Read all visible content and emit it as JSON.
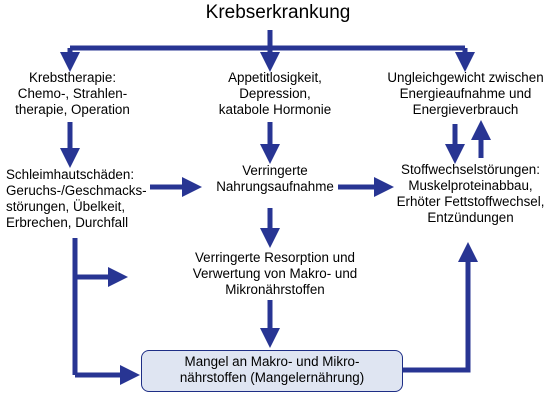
{
  "title": "Krebserkrankung",
  "nodes": {
    "therapy": [
      "Krebstherapie:",
      "Chemo-, Strahlen-",
      "therapie, Operation"
    ],
    "appetite": [
      "Appetitlosigkeit,",
      "Depression,",
      "katabole Hormonie"
    ],
    "imbalance": [
      "Ungleichgewicht zwischen",
      "Energieaufnahme und",
      "Energieverbrauch"
    ],
    "mucosa": [
      "Schleimhautschäden:",
      "Geruchs-/Geschmacks-",
      "störungen, Übelkeit,",
      "Erbrechen, Durchfall"
    ],
    "intake": [
      "Verringerte",
      "Nahrungsaufnahme"
    ],
    "metabolic": [
      "Stoffwechselstörungen:",
      "Muskelproteinabbau,",
      "Erhöter Fettstoffwechsel,",
      "Entzündungen"
    ],
    "resorption": [
      "Verringerte Resorption und",
      "Verwertung von Makro- und",
      "Mikronährstoffen"
    ],
    "deficiency": [
      "Mangel an Makro- und Mikro-",
      "nährstoffen (Mangelernährung)"
    ]
  },
  "colors": {
    "arrow": "#283593",
    "box_fill": "#dfe5f2",
    "box_border": "#1e2e86"
  }
}
